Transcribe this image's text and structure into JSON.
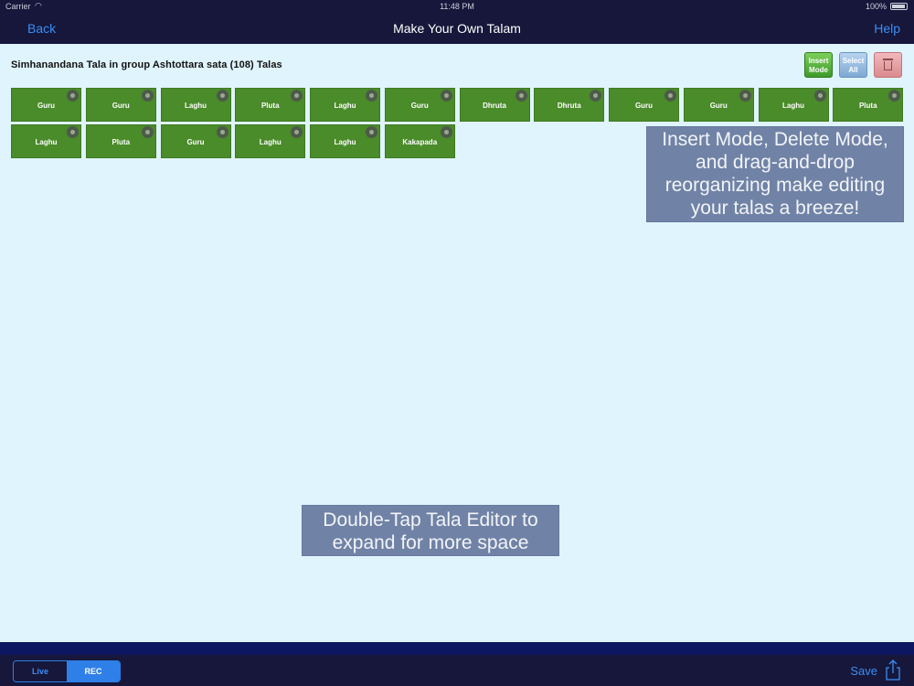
{
  "status_bar": {
    "carrier": "Carrier",
    "time": "11:48 PM",
    "battery": "100%"
  },
  "nav": {
    "back": "Back",
    "title": "Make Your Own Talam",
    "help": "Help"
  },
  "tala_title": "Simhanandana Tala in group Ashtottara sata (108) Talas",
  "toolbar": {
    "insert_line1": "Insert",
    "insert_line2": "Mode",
    "select_line1": "Select",
    "select_line2": "All"
  },
  "tiles": [
    "Guru",
    "Guru",
    "Laghu",
    "Pluta",
    "Laghu",
    "Guru",
    "Dhruta",
    "Dhruta",
    "Guru",
    "Guru",
    "Laghu",
    "Pluta",
    "Laghu",
    "Pluta",
    "Guru",
    "Laghu",
    "Laghu",
    "Kakapada"
  ],
  "callouts": {
    "edit_line1": "Insert Mode, Delete Mode,",
    "edit_line2": "and drag-and-drop",
    "edit_line3": "reorganizing make editing",
    "edit_line4": "your talas a breeze!",
    "expand_line1": "Double-Tap Tala Editor to",
    "expand_line2": "expand for more space"
  },
  "bottom": {
    "live": "Live",
    "rec": "REC",
    "save": "Save",
    "selected_mode": "REC"
  },
  "colors": {
    "nav_bg": "#16173a",
    "accent": "#3b8ef5",
    "tile_green": "#4a8b2a",
    "canvas": "#dff4fd",
    "callout_bg": "#7083a6"
  }
}
